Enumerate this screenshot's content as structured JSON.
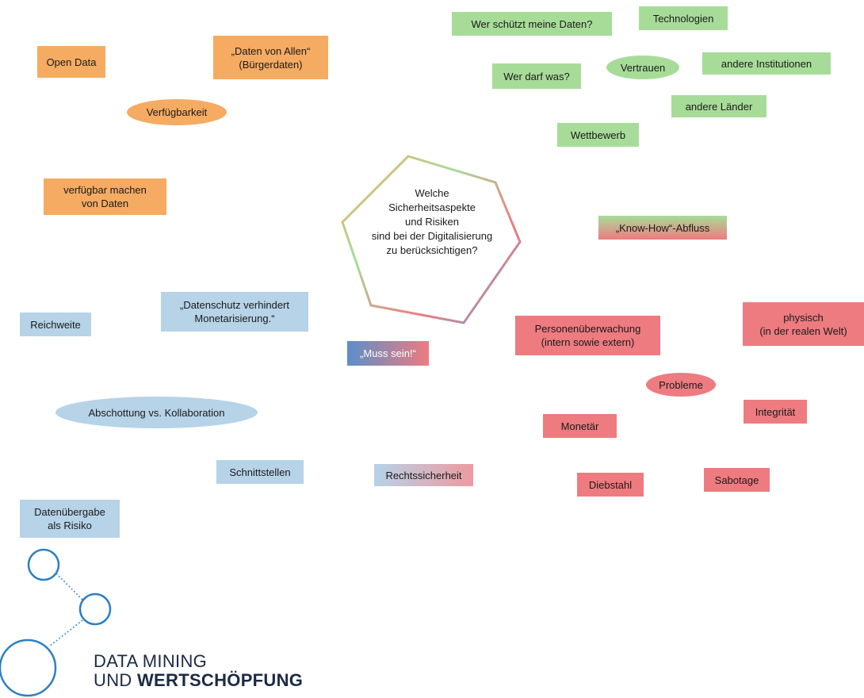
{
  "center_question": "Welche\nSicherheitsaspekte\nund Risiken\nsind bei der Digitalisierung\nzu berücksichtigen?",
  "orange_nodes": {
    "open_data": "Open Data",
    "daten_von_allen": "„Daten von Allen“\n(Bürgerdaten)",
    "verfuegbarkeit": "Verfügbarkeit",
    "verfuegbar_machen": "verfügbar machen\nvon Daten"
  },
  "green_nodes": {
    "wer_schuetzt": "Wer schützt meine Daten?",
    "technologien": "Technologien",
    "wer_darf": "Wer darf was?",
    "vertrauen": "Vertrauen",
    "andere_institutionen": "andere Institutionen",
    "andere_laender": "andere Länder",
    "wettbewerb": "Wettbewerb"
  },
  "mixed_nodes": {
    "know_how": "„Know-How“-Abfluss",
    "muss_sein": "„Muss sein!“",
    "rechtssicherheit": "Rechtssicherheit"
  },
  "blue_nodes": {
    "datenschutz": "„Datenschutz verhindert\nMonetarisierung.“",
    "reichweite": "Reichweite",
    "abschottung": "Abschottung vs. Kollaboration",
    "schnittstellen": "Schnittstellen",
    "datenuebergabe": "Datenübergabe\nals Risiko"
  },
  "red_nodes": {
    "personenueberwachung": "Personenüberwachung\n(intern sowie extern)",
    "physisch": "physisch\n(in der realen Welt)",
    "probleme": "Probleme",
    "integritaet": "Integrität",
    "monetaer": "Monetär",
    "diebstahl": "Diebstahl",
    "sabotage": "Sabotage"
  },
  "logo": {
    "line1": "DATA MINING",
    "line2_light": "UND ",
    "line2_bold": "WERTSCHÖPFUNG"
  },
  "colors": {
    "orange": "#f6ab62",
    "green": "#a7dc98",
    "blue": "#b6d3e8",
    "red": "#ee7b80",
    "logo_blue": "#2d7fc4"
  }
}
